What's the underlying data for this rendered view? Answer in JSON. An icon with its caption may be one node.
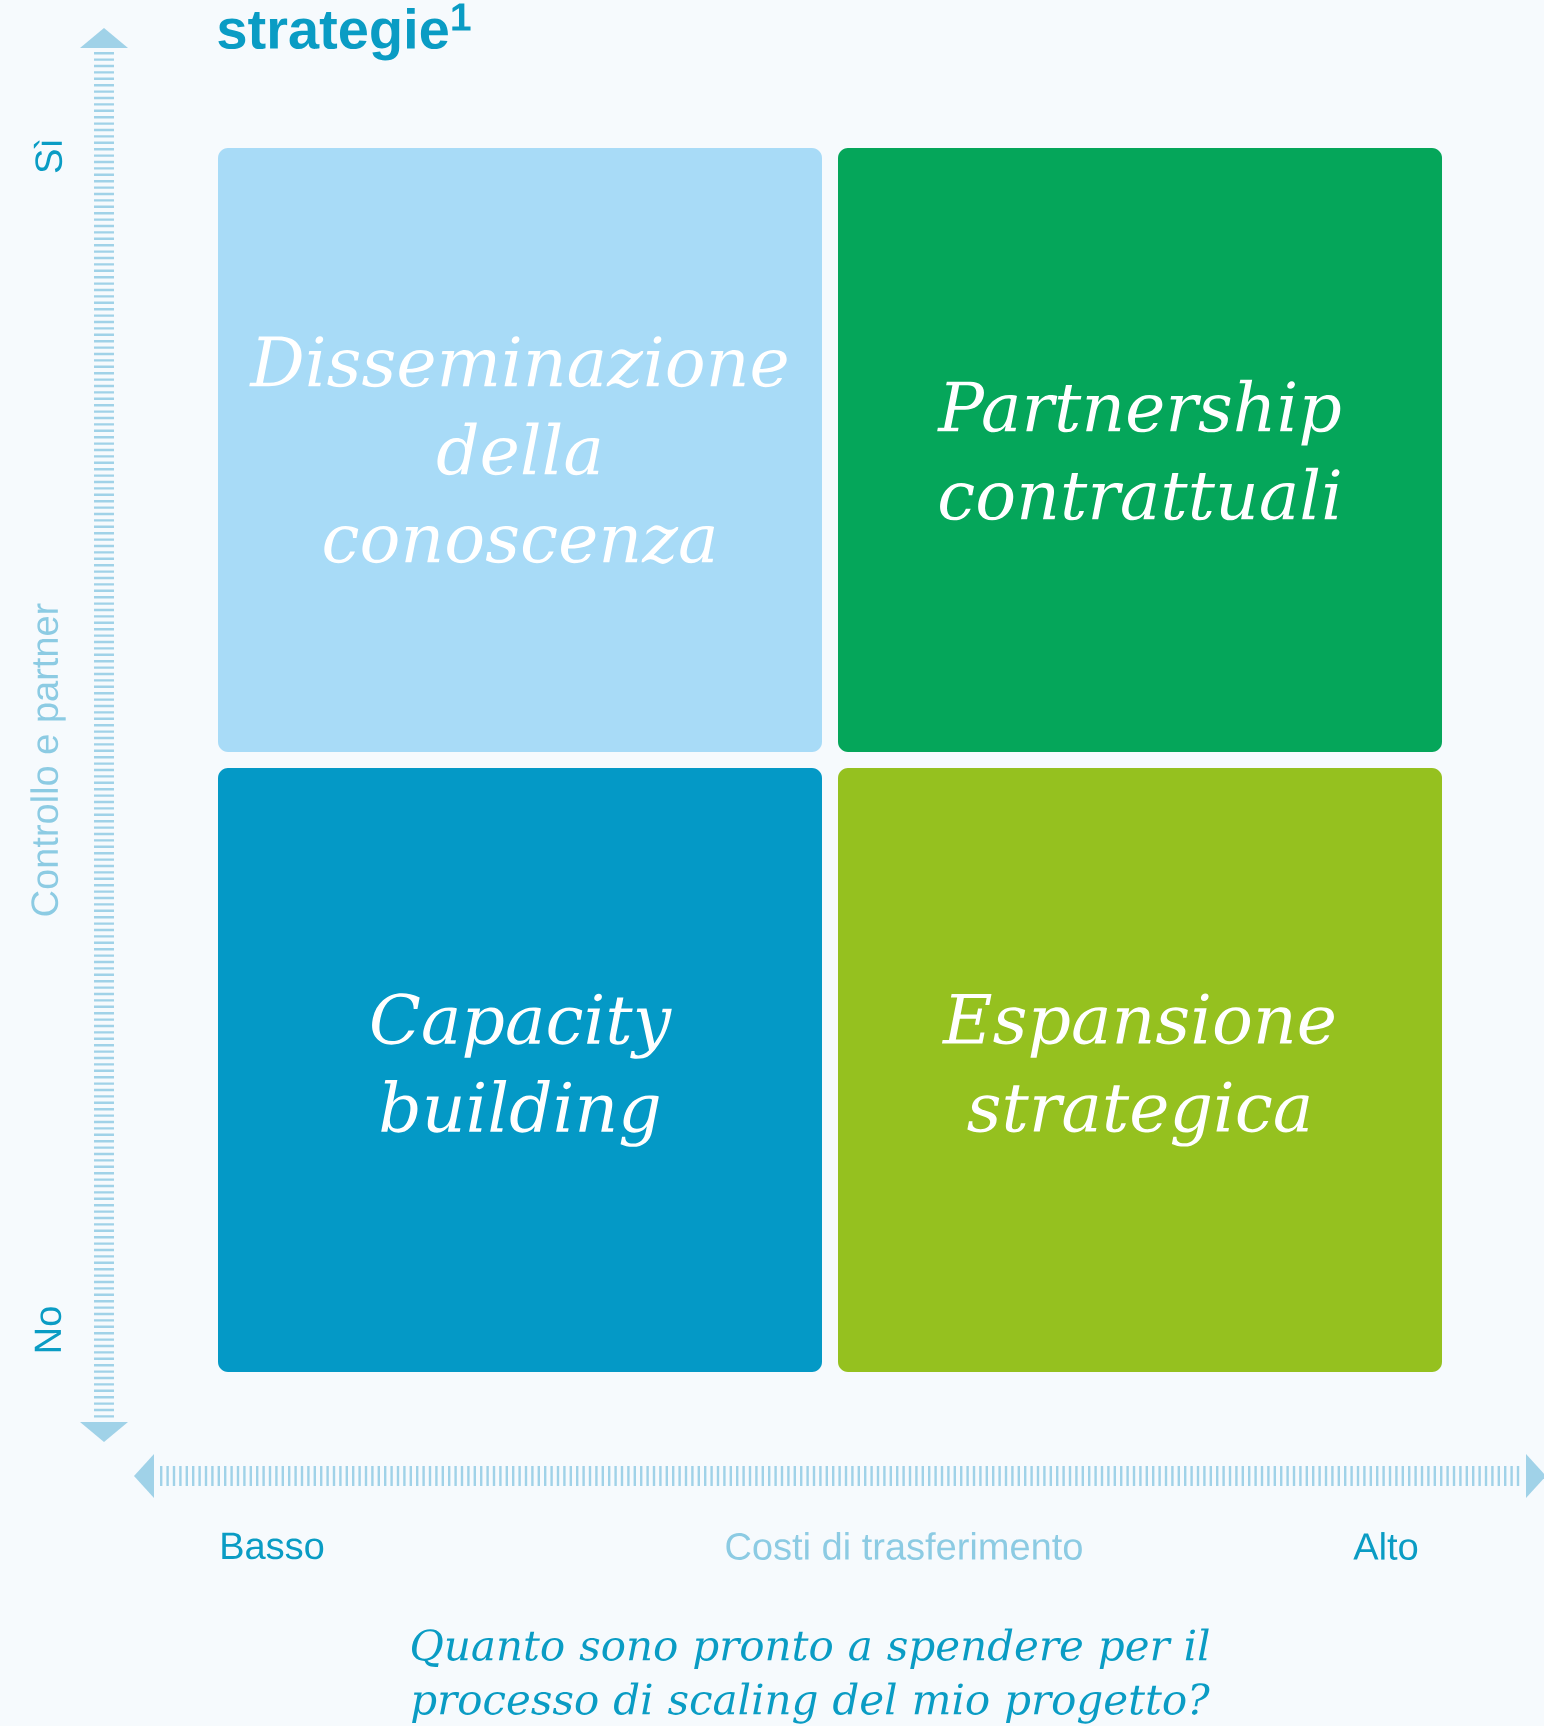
{
  "diagram": {
    "title": "strategie$^{1}$",
    "caption": "Quanto sono pronto a spendere per il processo di scaling del mio progetto?",
    "nodes": [
      {
        "text": [
          "Disseminazione della conoscenza"
        ]
      },
      {
        "text": [
          "Partnership contrattuali"
        ]
      },
      {
        "text": [
          "Capacity building"
        ]
      },
      {
        "text": [
          "Espansione strategica"
        ]
      }
    ],
    "labels": [
      "Sì",
      "Controllo e partner",
      "No",
      "Basso",
      "Costi di trasferimento",
      "Alto"
    ]
  }
}
